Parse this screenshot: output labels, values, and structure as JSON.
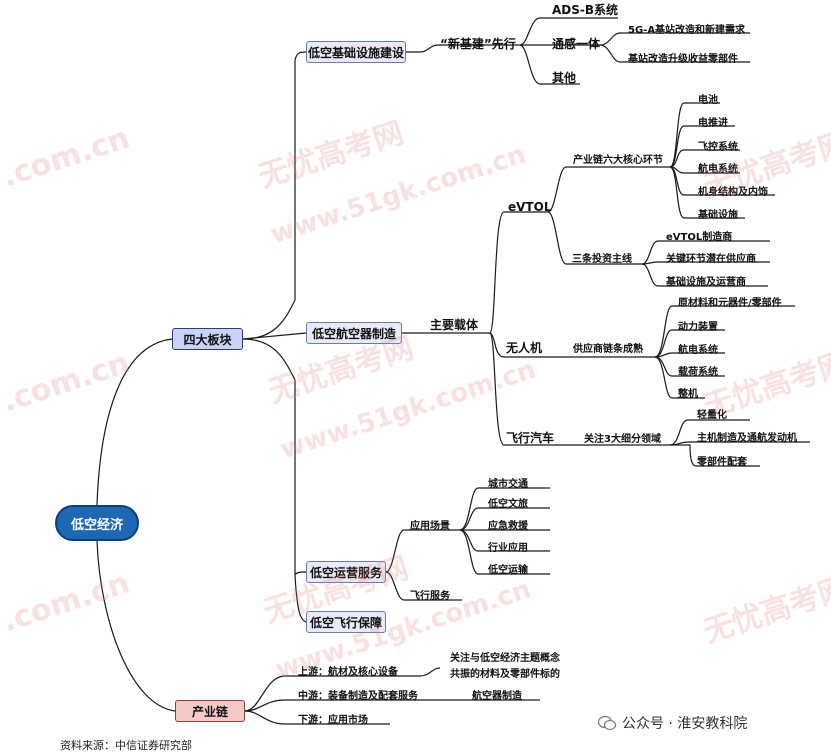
{
  "root": "低空经济",
  "branches": {
    "sector": "四大板块",
    "chain": "产业链"
  },
  "infra": {
    "title": "低空基础设施建设",
    "sub": "“新基建”先行",
    "items": {
      "adsb": "ADS-B系统",
      "comm": "通感一体",
      "comm_children": [
        "5G-A基站改造和新建需求",
        "基站改造升级收益零部件"
      ],
      "other": "其他"
    }
  },
  "craft": {
    "title": "低空航空器制造",
    "sub": "主要载体",
    "evtol": {
      "label": "eVTOL",
      "core": "产业链六大核心环节",
      "core_items": [
        "电池",
        "电推进",
        "飞控系统",
        "航电系统",
        "机身结构及内饰",
        "基础设施"
      ],
      "invest": "三条投资主线",
      "invest_items": [
        "eVTOL制造商",
        "关键环节潜在供应商",
        "基础设施及运营商"
      ]
    },
    "drone": {
      "label": "无人机",
      "supply": "供应商链条成熟",
      "items": [
        "原材料和元器件/零部件",
        "动力装置",
        "航电系统",
        "载荷系统",
        "整机"
      ]
    },
    "car": {
      "label": "飞行汽车",
      "focus": "关注3大细分领域",
      "items": [
        "轻量化",
        "主机制造及通航发动机",
        "零部件配套"
      ]
    }
  },
  "ops": {
    "title": "低空运营服务",
    "scene": "应用场景",
    "scene_items": [
      "城市交通",
      "低空文旅",
      "应急救援",
      "行业应用",
      "低空运输"
    ],
    "flight": "飞行服务"
  },
  "guard": {
    "title": "低空飞行保障"
  },
  "chain": {
    "up": "上游：航材及核心设备",
    "up_note": [
      "关注与低空经济主题概念",
      "共振的材料及零部件标的"
    ],
    "mid": "中游：装备制造及配套服务",
    "mid_note": "航空器制造",
    "down": "下游：应用市场"
  },
  "footer": {
    "source": "资料来源：中信证券研究部",
    "brand": "公众号 · 淮安教科院"
  },
  "watermarks": [
    "无忧高考网",
    "www.51gk.com.cn",
    ".com.cn"
  ],
  "colors": {
    "root": "#1e67b5",
    "sector": "#c9d2f7",
    "chain": "#f6c9c9",
    "line": "#1a1a1a"
  }
}
